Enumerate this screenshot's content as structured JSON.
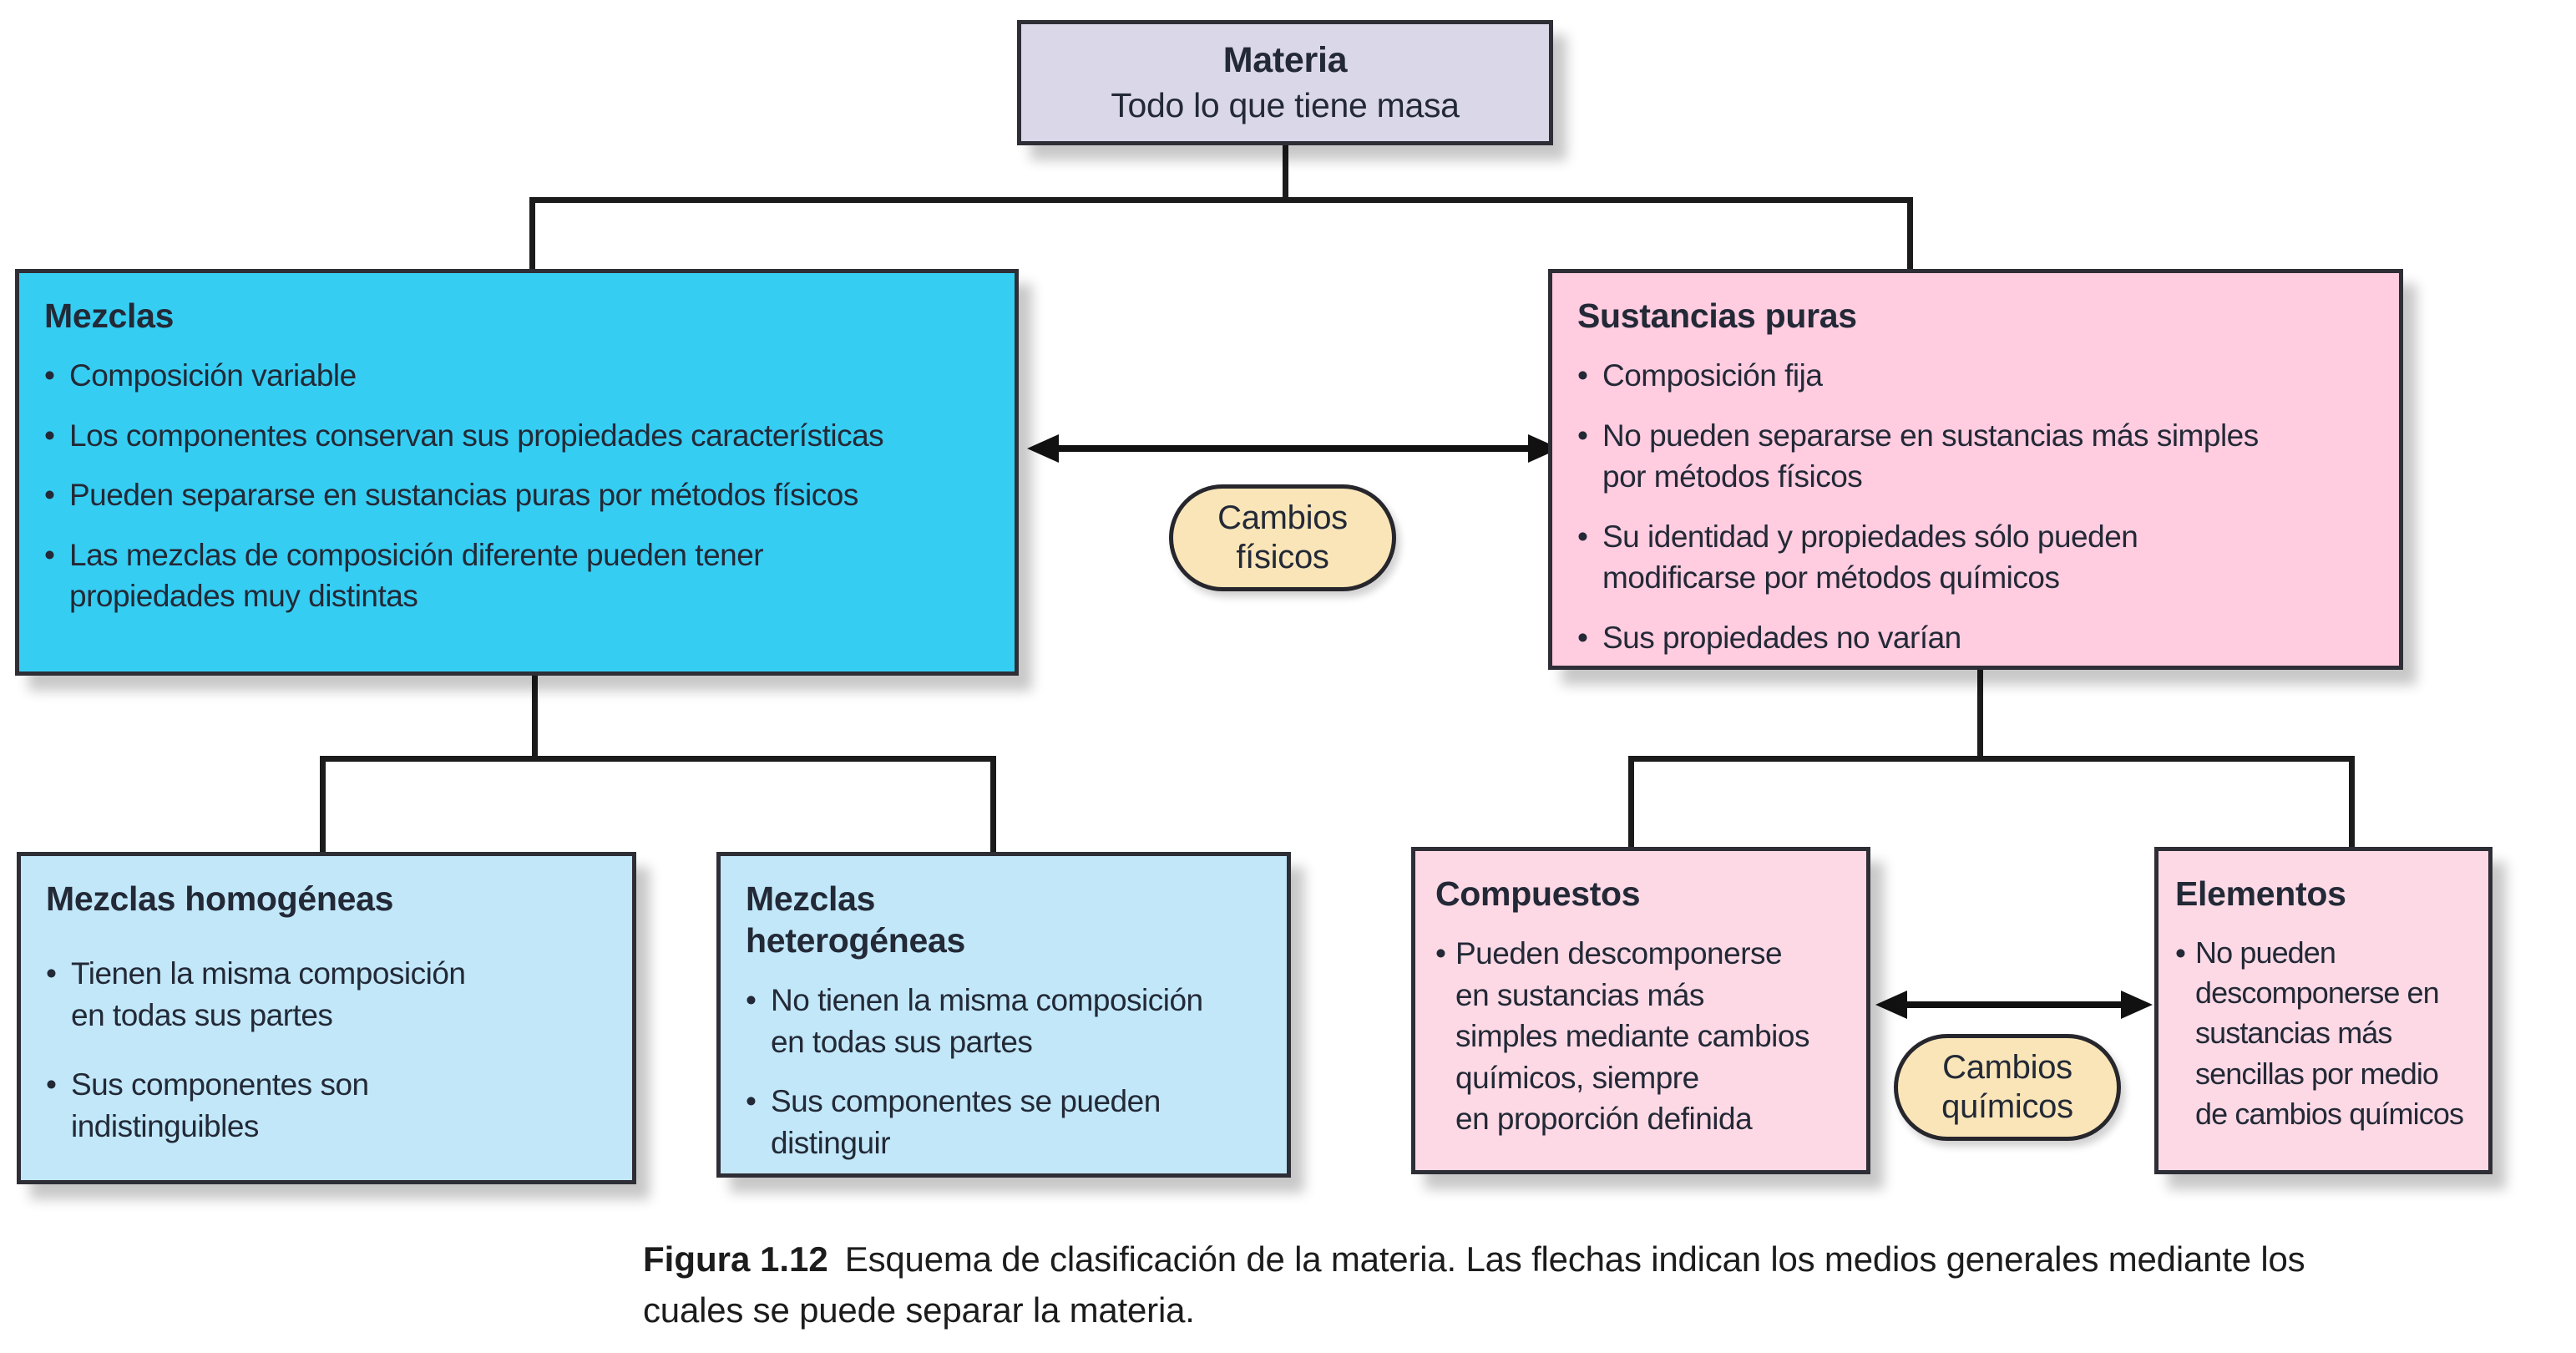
{
  "glyphs": {
    "bullet": "•"
  },
  "colors": {
    "root_box_bg": "#dad7e9",
    "mixture_bg": "#36cdf3",
    "mixture_sub_bg": "#c1e7f9",
    "substance_bg": "#ffcce0",
    "substance_sub_bg": "#fcd9e5",
    "pill_bg": "#f9e5b8",
    "line": "#1b1b1b",
    "text": "#232936"
  },
  "root_box": {
    "title": "Materia",
    "subtitle": "Todo lo que tiene masa"
  },
  "boxes": {
    "mezclas": {
      "title": "Mezclas",
      "bullets": [
        "Composición variable",
        "Los componentes conservan sus propiedades características",
        "Pueden separarse en sustancias puras por métodos físicos",
        "Las mezclas de composición diferente pueden tener\npropiedades muy distintas"
      ]
    },
    "sustancias": {
      "title": "Sustancias puras",
      "bullets": [
        "Composición fija",
        "No pueden separarse en sustancias más simples\npor métodos físicos",
        "Su identidad y propiedades sólo pueden\nmodificarse por métodos químicos",
        "Sus propiedades no varían"
      ]
    },
    "homogeneas": {
      "title": "Mezclas homogéneas",
      "bullets": [
        "Tienen la misma composición\nen todas sus partes",
        "Sus componentes son\nindistinguibles"
      ]
    },
    "heterogeneas": {
      "title": "Mezclas\nheterogéneas",
      "bullets": [
        "No tienen la misma composición\nen todas sus partes",
        "Sus componentes se pueden\ndistinguir"
      ]
    },
    "compuestos": {
      "title": "Compuestos",
      "bullets": [
        "Pueden descomponerse\nen sustancias más\nsimples mediante cambios\nquímicos, siempre\nen proporción definida"
      ]
    },
    "elementos": {
      "title": "Elementos",
      "bullets": [
        "No pueden\ndescomponerse en\nsustancias más\nsencillas por medio\nde cambios químicos"
      ]
    }
  },
  "pills": {
    "fisicos": "Cambios\nfísicos",
    "quimicos": "Cambios\nquímicos"
  },
  "caption": {
    "label": "Figura 1.12",
    "text": "Esquema de clasificación de la materia. Las flechas indican los medios generales mediante los\ncuales se puede separar la materia."
  }
}
